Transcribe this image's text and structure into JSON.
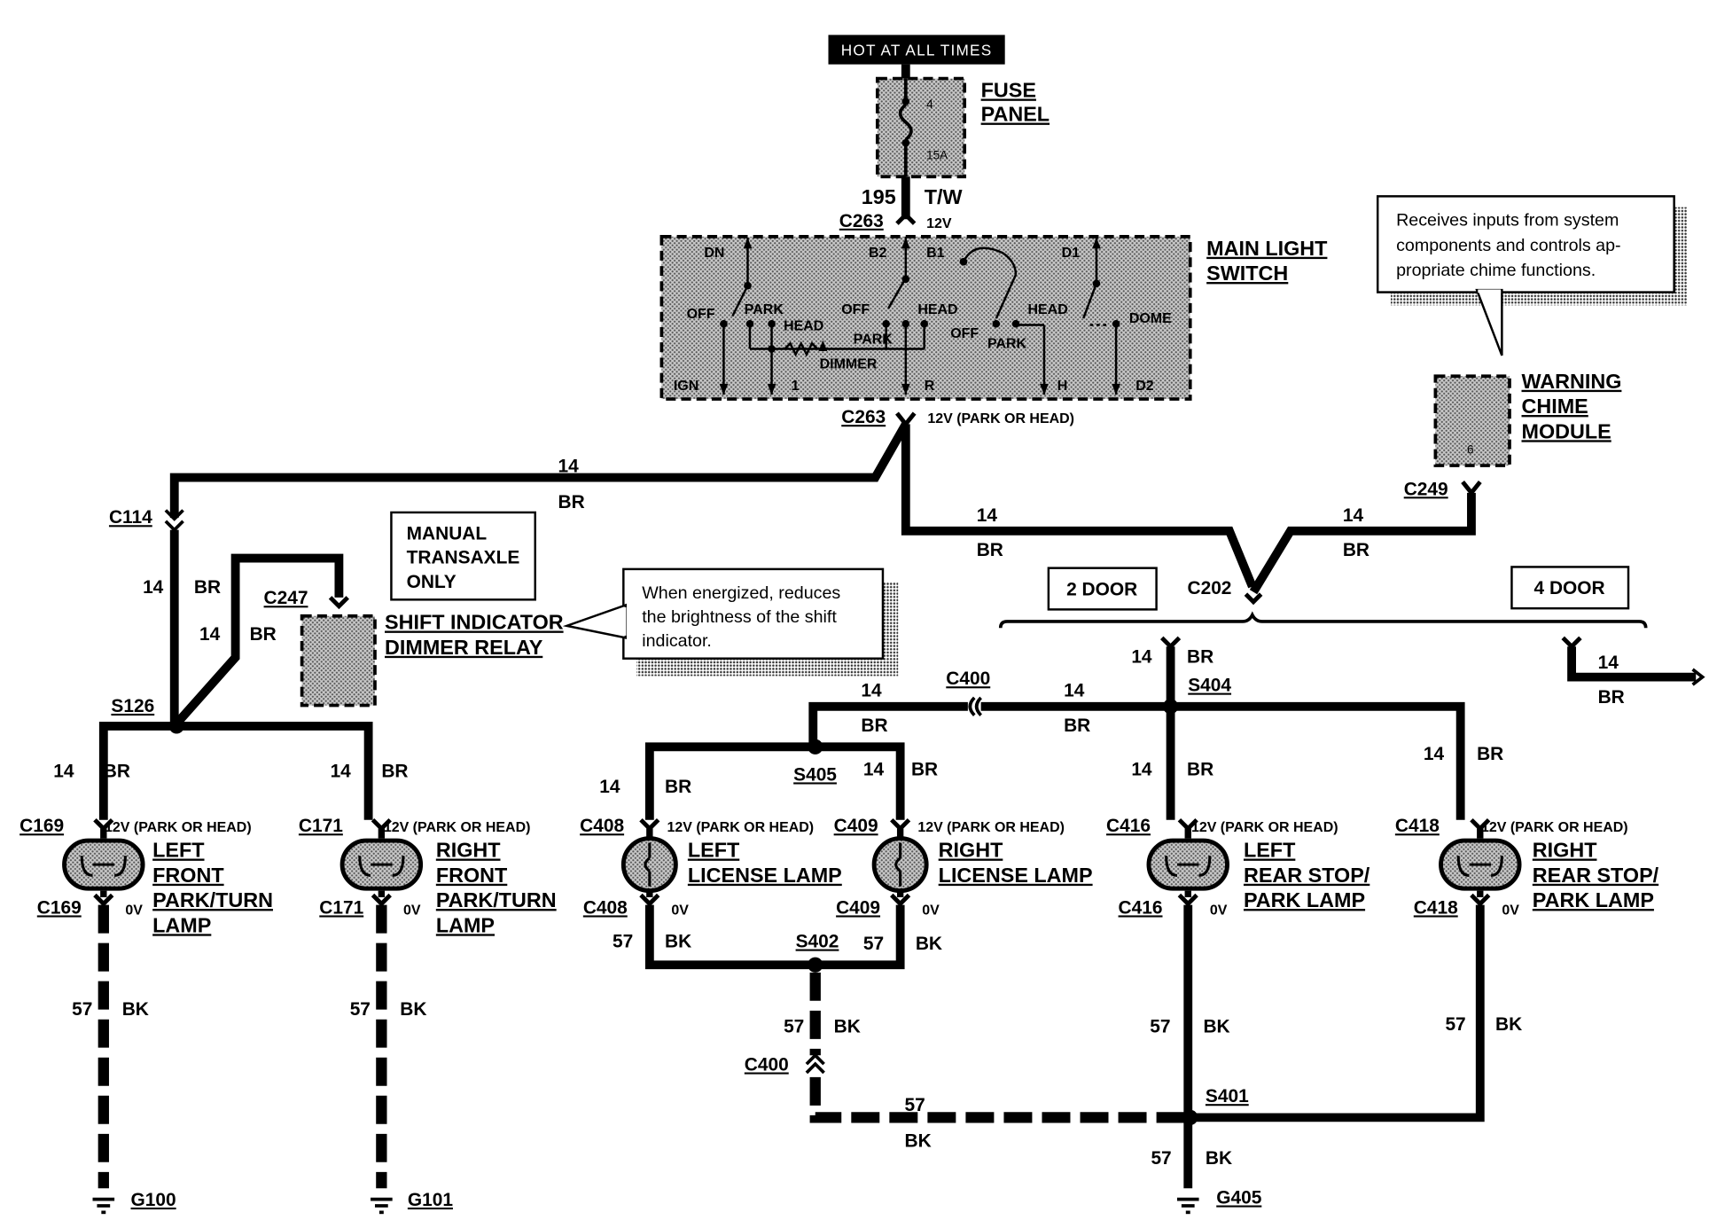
{
  "header": {
    "power_label": "HOT AT ALL TIMES"
  },
  "fuse_panel": {
    "label_line1": "FUSE",
    "label_line2": "PANEL",
    "fuse_number": "4",
    "fuse_rating": "15A"
  },
  "feed_wire": {
    "circuit": "195",
    "color": "T/W",
    "connector": "C263",
    "voltage": "12V"
  },
  "main_light_switch": {
    "label_line1": "MAIN LIGHT",
    "label_line2": "SWITCH",
    "terminals": {
      "dn": "DN",
      "b2": "B2",
      "b1": "B1",
      "d1": "D1",
      "ign": "IGN",
      "one": "1",
      "r": "R",
      "h": "H",
      "d2": "D2"
    },
    "positions": {
      "off1": "OFF",
      "park1": "PARK",
      "head1": "HEAD",
      "off2": "OFF",
      "head2": "HEAD",
      "park2": "PARK",
      "dimmer": "DIMMER",
      "off3": "OFF",
      "park3": "PARK",
      "head3": "HEAD",
      "dome": "DOME"
    },
    "out_connector": "C263",
    "out_voltage": "12V (PARK OR HEAD)"
  },
  "callout_chime": {
    "text_line1": "Receives inputs from system",
    "text_line2": "components and controls ap-",
    "text_line3": "propriate chime functions."
  },
  "warning_chime": {
    "label_line1": "WARNING",
    "label_line2": "CHIME",
    "label_line3": "MODULE",
    "pin": "6",
    "connector": "C249"
  },
  "manual_transaxle": {
    "line1": "MANUAL",
    "line2": "TRANSAXLE",
    "line3": "ONLY"
  },
  "shift_relay": {
    "connector": "C247",
    "label_line1": "SHIFT INDICATOR",
    "label_line2": "DIMMER RELAY"
  },
  "callout_relay": {
    "text_line1": "When energized, reduces",
    "text_line2": "the brightness of the shift",
    "text_line3": "indicator."
  },
  "doors": {
    "two": "2 DOOR",
    "four": "4 DOOR",
    "connector": "C202"
  },
  "wires": {
    "feed_circuit": "14",
    "feed_color": "BR",
    "gnd_circuit": "57",
    "gnd_color": "BK"
  },
  "connectors": {
    "c114": "C114",
    "c400": "C400"
  },
  "splices": {
    "s126": "S126",
    "s404": "S404",
    "s405": "S405",
    "s402": "S402",
    "s401": "S401"
  },
  "lamps": [
    {
      "connector": "C169",
      "voltage": "12V (PARK OR HEAD)",
      "gnd_v": "0V",
      "name_line1": "LEFT",
      "name_line2": "FRONT",
      "name_line3": "PARK/TURN",
      "name_line4": "LAMP"
    },
    {
      "connector": "C171",
      "voltage": "12V (PARK OR HEAD)",
      "gnd_v": "0V",
      "name_line1": "RIGHT",
      "name_line2": "FRONT",
      "name_line3": "PARK/TURN",
      "name_line4": "LAMP"
    },
    {
      "connector": "C408",
      "voltage": "12V (PARK OR HEAD)",
      "gnd_v": "0V",
      "name_line1": "LEFT",
      "name_line2": "LICENSE LAMP"
    },
    {
      "connector": "C409",
      "voltage": "12V (PARK OR HEAD)",
      "gnd_v": "0V",
      "name_line1": "RIGHT",
      "name_line2": "LICENSE LAMP"
    },
    {
      "connector": "C416",
      "voltage": "12V (PARK OR HEAD)",
      "gnd_v": "0V",
      "name_line1": "LEFT",
      "name_line2": "REAR STOP/",
      "name_line3": "PARK LAMP"
    },
    {
      "connector": "C418",
      "voltage": "12V (PARK OR HEAD)",
      "gnd_v": "0V",
      "name_line1": "RIGHT",
      "name_line2": "REAR STOP/",
      "name_line3": "PARK LAMP"
    }
  ],
  "grounds": {
    "g100": "G100",
    "g101": "G101",
    "g405": "G405"
  }
}
